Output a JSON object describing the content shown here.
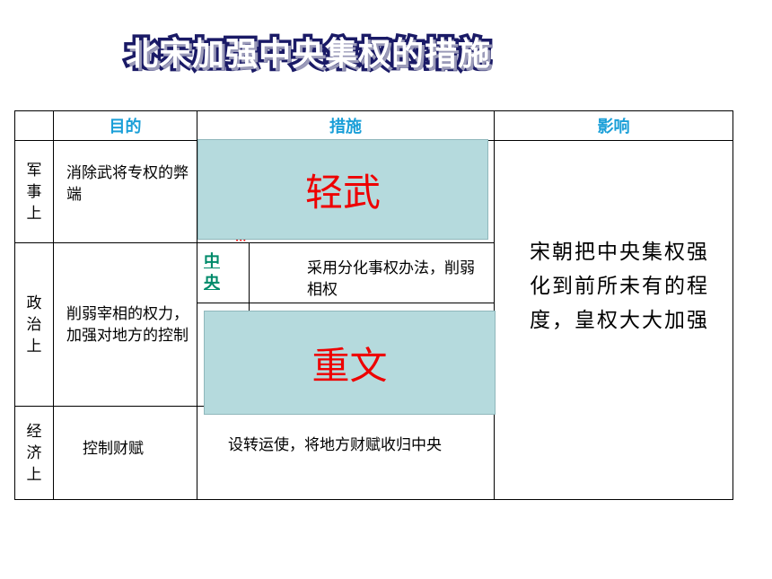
{
  "title": "北宋加强中央集权的措施",
  "headers": {
    "col0": "",
    "purpose": "目的",
    "measures": "措施",
    "impact": "影响"
  },
  "rows": {
    "military": {
      "label": [
        "军",
        "事",
        "上"
      ],
      "purpose": "消除武将专权的弊端",
      "overlay": "轻武"
    },
    "political": {
      "label": [
        "政",
        "治",
        "上"
      ],
      "purpose": "削弱宰相的权力，加强对地方的控制",
      "central_label": [
        "中",
        "央"
      ],
      "central_measure": "采用分化事权办法，削弱相权",
      "overlay": "重文"
    },
    "economic": {
      "label": [
        "经",
        "济",
        "上"
      ],
      "purpose": "控制财赋",
      "measure": "设转运使，将地方财赋收归中央"
    }
  },
  "impact_text": "宋朝把中央集权强化到前所未有的程度，皇权大大加强",
  "colors": {
    "header": "#1a9fd8",
    "overlay_bg": "#b5dadd",
    "overlay_text": "#ee0000",
    "title_stroke": "#1a1a66"
  }
}
